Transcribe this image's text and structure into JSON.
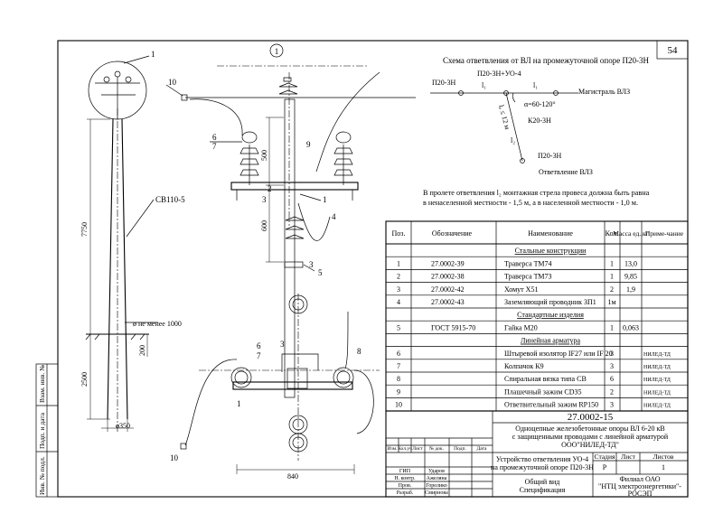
{
  "sheet": {
    "page_number": "54",
    "view_callout": "1",
    "code": "27.0002-15",
    "title_line1": "Одноцепные железобетонные опоры ВЛ 6-20 кВ",
    "title_line2": "с защищенными проводами с линейной арматурой",
    "title_line3": "ООО\"НИЛЕД-ТД\"",
    "doc_title_line1": "Устройство ответвления УО-4",
    "doc_title_line2": "на промежуточной опоре П20-3Н",
    "doc_subtitle_line1": "Общий вид",
    "doc_subtitle_line2": "Спецификация",
    "org_line1": "Филиал ОАО",
    "org_line2": "\"НТЦ электроэнергетики\"-",
    "org_line3": "РОСЭП"
  },
  "stamp": {
    "col_headers": [
      "Изм.",
      "Кол.уч",
      "Лист",
      "№ док.",
      "Подп.",
      "Дата"
    ],
    "stage_header": "Стадия",
    "sheet_header": "Лист",
    "sheets_header": "Листов",
    "stage_value": "Р",
    "sheets_value": "1",
    "signers": [
      {
        "role": "ГИП",
        "name": "Ударов"
      },
      {
        "role": "Н. контр.",
        "name": "Ажеляна"
      },
      {
        "role": "Пров.",
        "name": "Горелико"
      },
      {
        "role": "Разраб.",
        "name": "Смирнова"
      }
    ]
  },
  "left_margin": {
    "cells": [
      "Инв. № подл.",
      "Подп. и дата",
      "Взам. инв. №"
    ]
  },
  "drawing": {
    "labels": {
      "callout_1": "1",
      "callout_10": "10",
      "callout_6": "6",
      "callout_7": "7",
      "callout_9": "9",
      "callout_3": "3",
      "callout_2": "2",
      "callout_1b": "1",
      "callout_4": "4",
      "callout_5": "5",
      "callout_8": "8",
      "callout_3b": "3",
      "callout_6b": "6",
      "callout_7b": "7",
      "callout_1c": "1",
      "callout_10b": "10",
      "pole_type": "СВ110-5",
      "dim_7750": "7750",
      "dim_2500": "2500",
      "dim_200": "200",
      "dim_350": "ø350",
      "dia_note": "ø не менее 1000",
      "dim_500": "500",
      "dim_600": "600",
      "dim_840": "840"
    }
  },
  "scheme": {
    "title": "Схема ответвления от ВЛ на промежуточной опоре П20-3Н",
    "left_pole": "П20-3Н",
    "center_pole": "П20-3Н+УО-4",
    "l1_left": "l₁",
    "l1_right": "l₁",
    "main_line": "Магистраль ВЛЗ",
    "angle": "α=60-120°",
    "length_le": "lₑ ≤ 12 м",
    "k_pole": "К20-3Н",
    "l2": "l₂",
    "end_pole": "П20-3Н",
    "branch": "Ответвление ВЛЗ",
    "note_line1": "В пролете ответвления l₂ монтажная стрела провеса должна быть равна",
    "note_line2": "в ненаселенной местности - 1,5 м, а в населенной местности - 1,0 м."
  },
  "spec_table": {
    "headers": {
      "pos": "Поз.",
      "designation": "Обозначение",
      "name": "Наименование",
      "qty": "Кол.",
      "mass": "Масса ед.,кг",
      "note": "Приме-чание"
    },
    "rows": [
      {
        "type": "section",
        "name": "Стальные конструкции"
      },
      {
        "type": "item",
        "pos": "1",
        "designation": "27.0002-39",
        "name": "Траверса ТМ74",
        "qty": "1",
        "mass": "13,0",
        "note": ""
      },
      {
        "type": "item",
        "pos": "2",
        "designation": "27.0002-38",
        "name": "Траверса ТМ73",
        "qty": "1",
        "mass": "9,85",
        "note": ""
      },
      {
        "type": "item",
        "pos": "3",
        "designation": "27.0002-42",
        "name": "Хомут Х51",
        "qty": "2",
        "mass": "1,9",
        "note": ""
      },
      {
        "type": "item",
        "pos": "4",
        "designation": "27.0002-43",
        "name": "Заземляющий проводник ЗП1",
        "qty": "1м",
        "mass": "",
        "note": ""
      },
      {
        "type": "section",
        "name": "Стандартные изделия"
      },
      {
        "type": "item",
        "pos": "5",
        "designation": "ГОСТ 5915-70",
        "name": "Гайка М20",
        "qty": "1",
        "mass": "0,063",
        "note": ""
      },
      {
        "type": "section",
        "name": "Линейная арматура"
      },
      {
        "type": "item",
        "pos": "6",
        "designation": "",
        "name": "Штыревой изолятор IF27 или IF 20",
        "qty": "3",
        "mass": "",
        "note": "НИЛЕД-ТД"
      },
      {
        "type": "item",
        "pos": "7",
        "designation": "",
        "name": "Колпачок К9",
        "qty": "3",
        "mass": "",
        "note": "НИЛЕД-ТД"
      },
      {
        "type": "item",
        "pos": "8",
        "designation": "",
        "name": "Спиральная вязка типа СВ",
        "qty": "6",
        "mass": "",
        "note": "НИЛЕД-ТД"
      },
      {
        "type": "item",
        "pos": "9",
        "designation": "",
        "name": "Плашечный зажим CD35",
        "qty": "2",
        "mass": "",
        "note": "НИЛЕД-ТД"
      },
      {
        "type": "item",
        "pos": "10",
        "designation": "",
        "name": "Ответвительный зажим RP150",
        "qty": "3",
        "mass": "",
        "note": "НИЛЕД-ТД"
      }
    ]
  }
}
